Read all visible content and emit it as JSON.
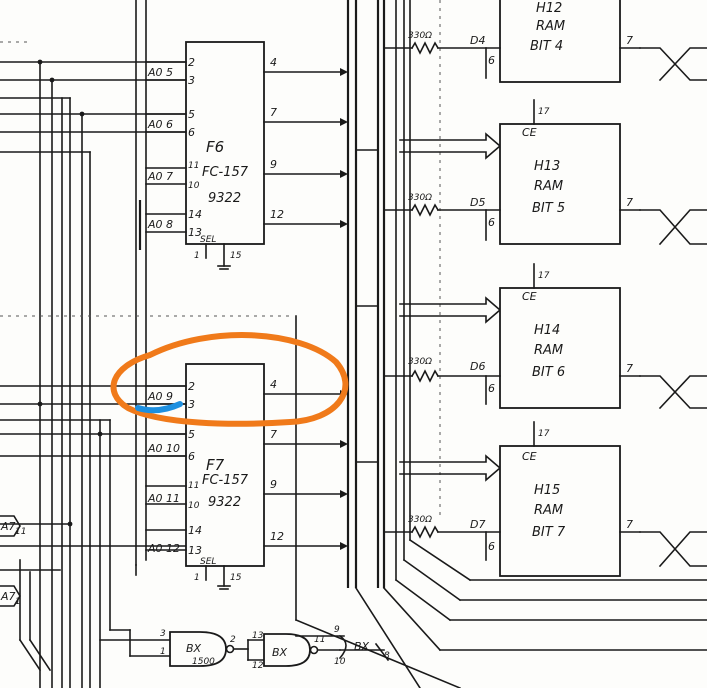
{
  "chips": {
    "f6": {
      "ref": "F6",
      "part": "FC-157",
      "part2": "9322",
      "in_pins": [
        "2",
        "3",
        "5",
        "6",
        "11",
        "10",
        "14",
        "13"
      ],
      "out_pins": [
        "4",
        "7",
        "9",
        "12"
      ],
      "sel": "SEL",
      "p1": "1",
      "p15": "15",
      "addr": [
        "A0",
        "5",
        "A0",
        "6",
        "A0",
        "7",
        "A0",
        "8"
      ]
    },
    "f7": {
      "ref": "F7",
      "part": "FC-157",
      "part2": "9322",
      "in_pins": [
        "2",
        "3",
        "5",
        "6",
        "11",
        "10",
        "14",
        "13"
      ],
      "out_pins": [
        "4",
        "7",
        "9",
        "12"
      ],
      "sel": "SEL",
      "p1": "1",
      "p15": "15",
      "addr": [
        "A0",
        "9",
        "A0",
        "10",
        "A0",
        "11",
        "A0",
        "12"
      ]
    }
  },
  "rams": [
    {
      "ref": "H12",
      "type": "RAM",
      "bit": "BIT 4",
      "ce": "",
      "resistor": "330Ω",
      "data": "D4",
      "pin6": "6",
      "pin7": "7",
      "pin17": ""
    },
    {
      "ref": "H13",
      "type": "RAM",
      "bit": "BIT 5",
      "ce": "CE",
      "resistor": "330Ω",
      "data": "D5",
      "pin6": "6",
      "pin7": "7",
      "pin17": "17"
    },
    {
      "ref": "H14",
      "type": "RAM",
      "bit": "BIT 6",
      "ce": "CE",
      "resistor": "330Ω",
      "data": "D6",
      "pin6": "6",
      "pin7": "7",
      "pin17": "17"
    },
    {
      "ref": "H15",
      "type": "RAM",
      "bit": "BIT 7",
      "ce": "CE",
      "resistor": "330Ω",
      "data": "D7",
      "pin6": "6",
      "pin7": "7",
      "pin17": "17"
    }
  ],
  "gates": {
    "g1": {
      "label": "BX",
      "sub": "1500",
      "pin_in_a": "3",
      "pin_in_b": "1",
      "pin_out": "2"
    },
    "g2": {
      "label": "BX",
      "pin_in_a": "13",
      "pin_in_b": "12",
      "pin_out": "11"
    },
    "g3": {
      "label": "BX",
      "pin_in_a": "9",
      "pin_in_b": "10",
      "pin_out": "8"
    }
  },
  "left_labels": [
    "A7",
    "11",
    "A7",
    "1"
  ],
  "annotations": {
    "orange_circle": "#f07a1a",
    "blue_mark": "#1e90e0"
  }
}
